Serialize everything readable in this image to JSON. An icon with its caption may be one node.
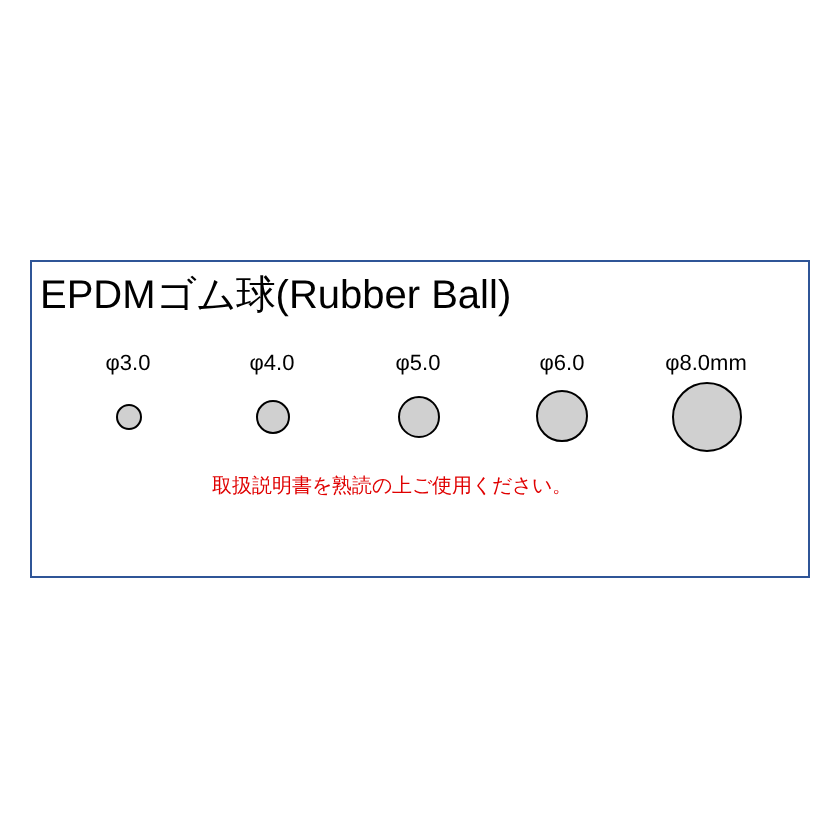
{
  "diagram": {
    "nodes": [
      {
        "text": [
          "EPDMゴム球(Rubber Ball)",
          "取扱説明書を熟読の上ご使用ください。"
        ]
      },
      {
        "text": [
          "φ3.0"
        ],
        "in": 0
      },
      {
        "text": [
          "φ4.0"
        ],
        "in": 0
      },
      {
        "text": [
          "φ5.0"
        ],
        "in": 0
      },
      {
        "text": [
          "φ6.0"
        ],
        "in": 0
      },
      {
        "text": [
          "φ8.0mm"
        ],
        "in": 0
      }
    ]
  }
}
